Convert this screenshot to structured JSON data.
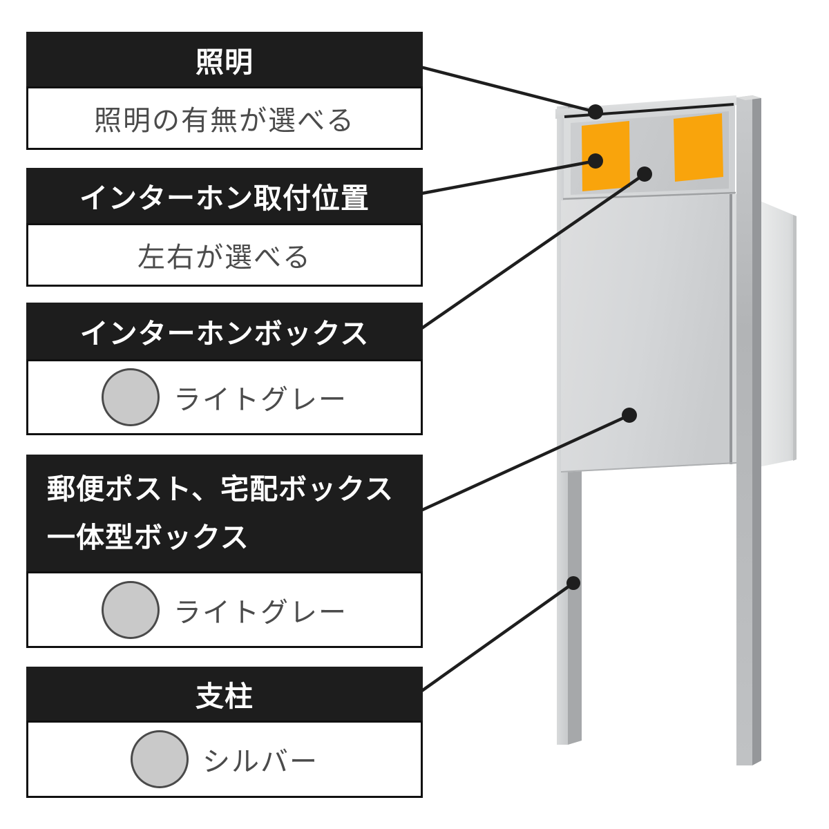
{
  "diagram": {
    "callouts": [
      {
        "id": "lighting",
        "title": "照明",
        "description": "照明の有無が選べる"
      },
      {
        "id": "intercom-position",
        "title": "インターホン取付位置",
        "description": "左右が選べる"
      },
      {
        "id": "intercom-box",
        "title": "インターホンボックス",
        "swatch": {
          "name": "ライトグレー",
          "hex": "#c9c9c9"
        }
      },
      {
        "id": "integrated-box",
        "title_lines": [
          "郵便ポスト、宅配ボックス",
          "一体型ボックス"
        ],
        "swatch": {
          "name": "ライトグレー",
          "hex": "#c9c9c9"
        }
      },
      {
        "id": "support-post",
        "title": "支柱",
        "swatch": {
          "name": "シルバー",
          "hex": "#c9c9c9"
        }
      }
    ],
    "product": {
      "parts": [
        "lighting-strip",
        "intercom-position-left",
        "intercom-position-right",
        "intercom-box-panel",
        "mail-and-delivery-integrated-box-door",
        "support-post-left",
        "support-post-right"
      ],
      "colors": {
        "intercom_orange": "#f9a40c",
        "body_light_gray": "#d3d5d7",
        "post_silver": "#c6c8ca",
        "marker_black": "#1e1e1e"
      }
    },
    "style": {
      "header_bg": "#1d1d1d",
      "header_text": "#ffffff",
      "body_text": "#4b4b4b",
      "box_border": "#101010",
      "background": "#ffffff"
    }
  }
}
